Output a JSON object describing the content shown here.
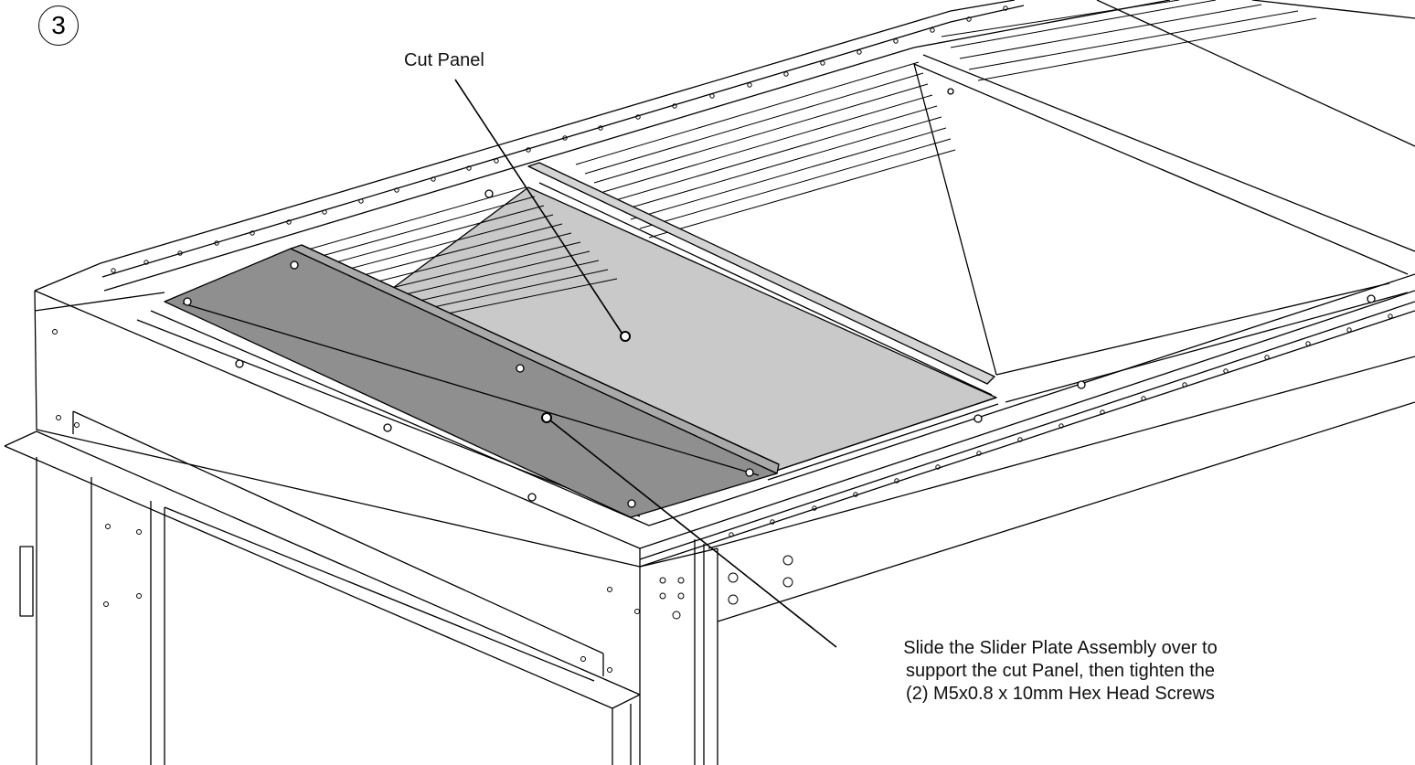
{
  "step": {
    "number": "3"
  },
  "callouts": {
    "cut_panel": "Cut Panel",
    "instruction": [
      "Slide the Slider Plate Assembly over to",
      "support the cut Panel, then tighten the",
      "(2) M5x0.8 x 10mm Hex Head Screws"
    ]
  },
  "colors": {
    "line": "#000000",
    "slider_plate": "#8f8f8f",
    "cut_panel": "#c9c9c9",
    "rail": "#a9a9a9",
    "background": "#ffffff"
  }
}
